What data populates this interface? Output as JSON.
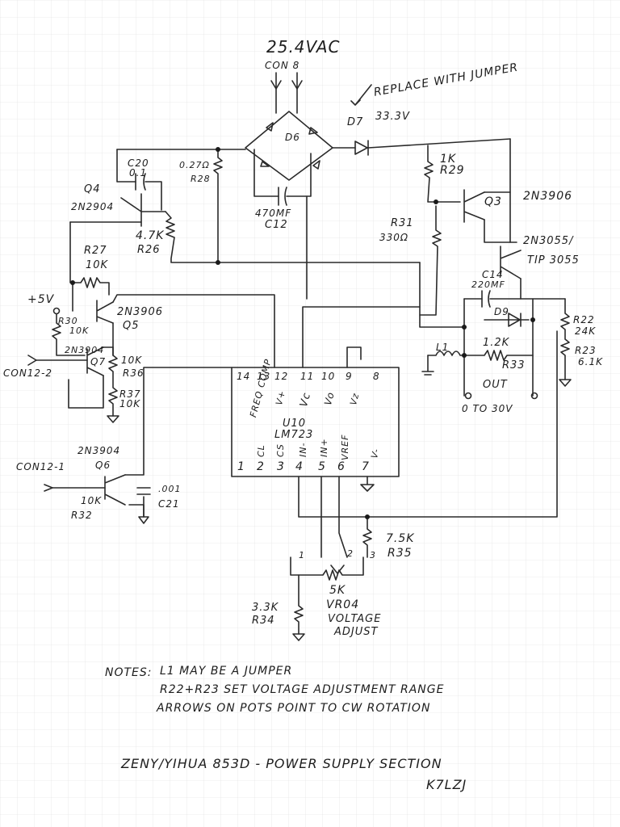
{
  "supply": {
    "voltage": "25.4VAC",
    "connector": "CON 8"
  },
  "replace_note": "REPLACE WITH JUMPER",
  "diode_d7": {
    "ref": "D7",
    "voltage": "33.3V"
  },
  "bridge": {
    "ref": "D6"
  },
  "c20": {
    "ref": "C20",
    "value": "0.1"
  },
  "r28": {
    "value": "0.27Ω",
    "ref": "R28"
  },
  "c12": {
    "value": "470MF",
    "ref": "C12"
  },
  "r29": {
    "value": "1K",
    "ref": "R29"
  },
  "q3": {
    "ref": "Q3",
    "type": "2N3906"
  },
  "q4": {
    "ref": "Q4",
    "type": "2N2904"
  },
  "r26": {
    "value": "4.7K",
    "ref": "R26"
  },
  "r31": {
    "ref": "R31",
    "value": "330Ω"
  },
  "power_transistor": {
    "type_a": "2N3055/",
    "type_b": "TIP 3055"
  },
  "c14": {
    "ref": "C14",
    "value": "220MF"
  },
  "d9": {
    "ref": "D9"
  },
  "r22": {
    "ref": "R22",
    "value": "24K"
  },
  "r23": {
    "ref": "R23",
    "value": "6.1K"
  },
  "r27": {
    "ref": "R27",
    "value": "10K"
  },
  "plus5": "+5V",
  "q5": {
    "type": "2N3906",
    "ref": "Q5"
  },
  "r30": {
    "ref": "R30",
    "value": "10K"
  },
  "q7": {
    "type": "2N3904",
    "ref": "Q7"
  },
  "r36": {
    "value": "10K",
    "ref": "R36"
  },
  "r37": {
    "ref": "R37",
    "value": "10K"
  },
  "con12_2": "CON12-2",
  "l1": {
    "ref": "L1"
  },
  "r33": {
    "value": "1.2K",
    "ref": "R33"
  },
  "output": {
    "label": "OUT",
    "range": "0 TO 30V"
  },
  "ic": {
    "ref": "U10",
    "part": "LM723",
    "top_pins": [
      "14",
      "13",
      "12",
      "11",
      "10",
      "9",
      "8"
    ],
    "bottom_pins": [
      "1",
      "2",
      "3",
      "4",
      "5",
      "6",
      "7"
    ],
    "freq_comp": "FREQ COMP",
    "vplus": "V+",
    "vc": "Vc",
    "vo": "Vo",
    "vz": "Vz",
    "bottom_labels": [
      "CL",
      "CS",
      "IN-",
      "IN+",
      "VREF",
      "V-"
    ]
  },
  "q6": {
    "type": "2N3904",
    "ref": "Q6"
  },
  "con12_1": "CON12-1",
  "r32": {
    "value": "10K",
    "ref": "R32"
  },
  "c21": {
    "value": ".001",
    "ref": "C21"
  },
  "r35": {
    "value": "7.5K",
    "ref": "R35"
  },
  "pot": {
    "value": "5K",
    "ref": "VR04",
    "label_a": "VOLTAGE",
    "label_b": "ADJUST",
    "pins": [
      "1",
      "2",
      "3"
    ]
  },
  "r34": {
    "value": "3.3K",
    "ref": "R34"
  },
  "notes": {
    "heading": "NOTES:",
    "lines": [
      "L1 MAY BE A JUMPER",
      "R22+R23 SET VOLTAGE ADJUSTMENT RANGE",
      "ARROWS ON POTS POINT TO CW ROTATION"
    ]
  },
  "title": "ZENY/YIHUA 853D - POWER SUPPLY SECTION",
  "author": "K7LZJ"
}
